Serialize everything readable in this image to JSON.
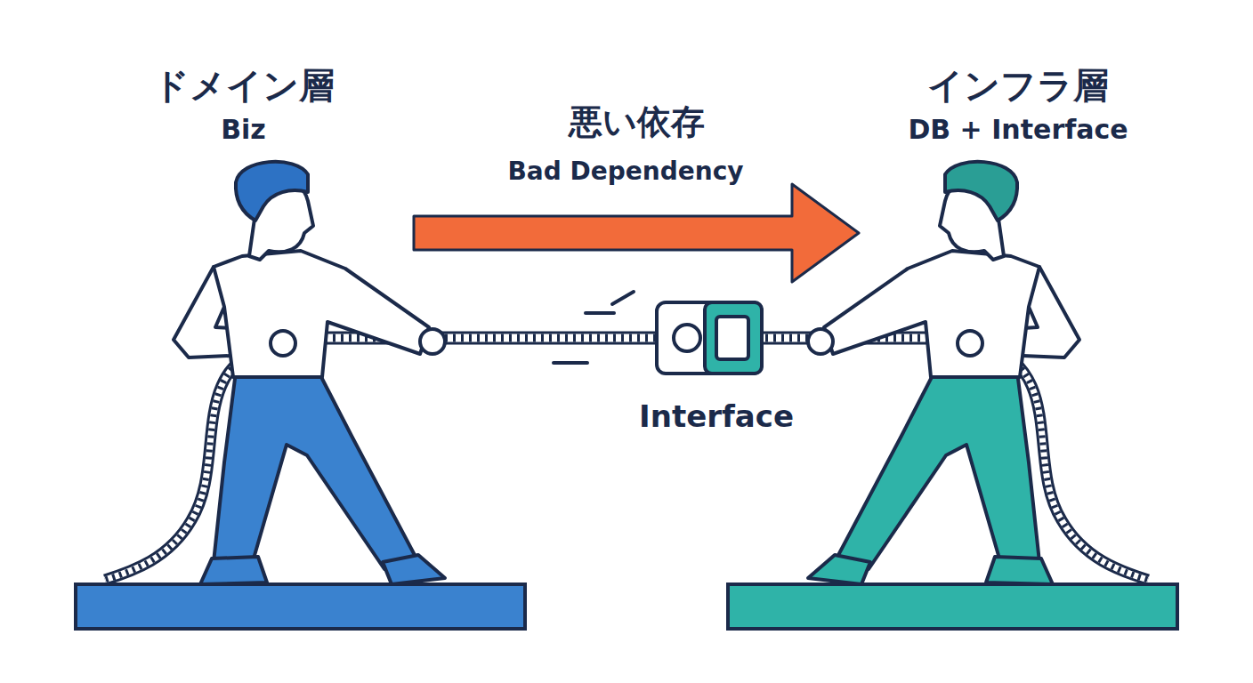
{
  "diagram": {
    "nodes": [
      {
        "text": [
          "ドメイン層",
          "Biz"
        ]
      },
      {
        "text": [
          "インフラ層",
          "DB + Interface"
        ]
      }
    ],
    "edges": [
      {
        "from": 0,
        "to": 1,
        "arrow": "to",
        "label": "悪い依存"
      }
    ],
    "labels": [
      "Bad Dependency",
      "Interface"
    ]
  }
}
